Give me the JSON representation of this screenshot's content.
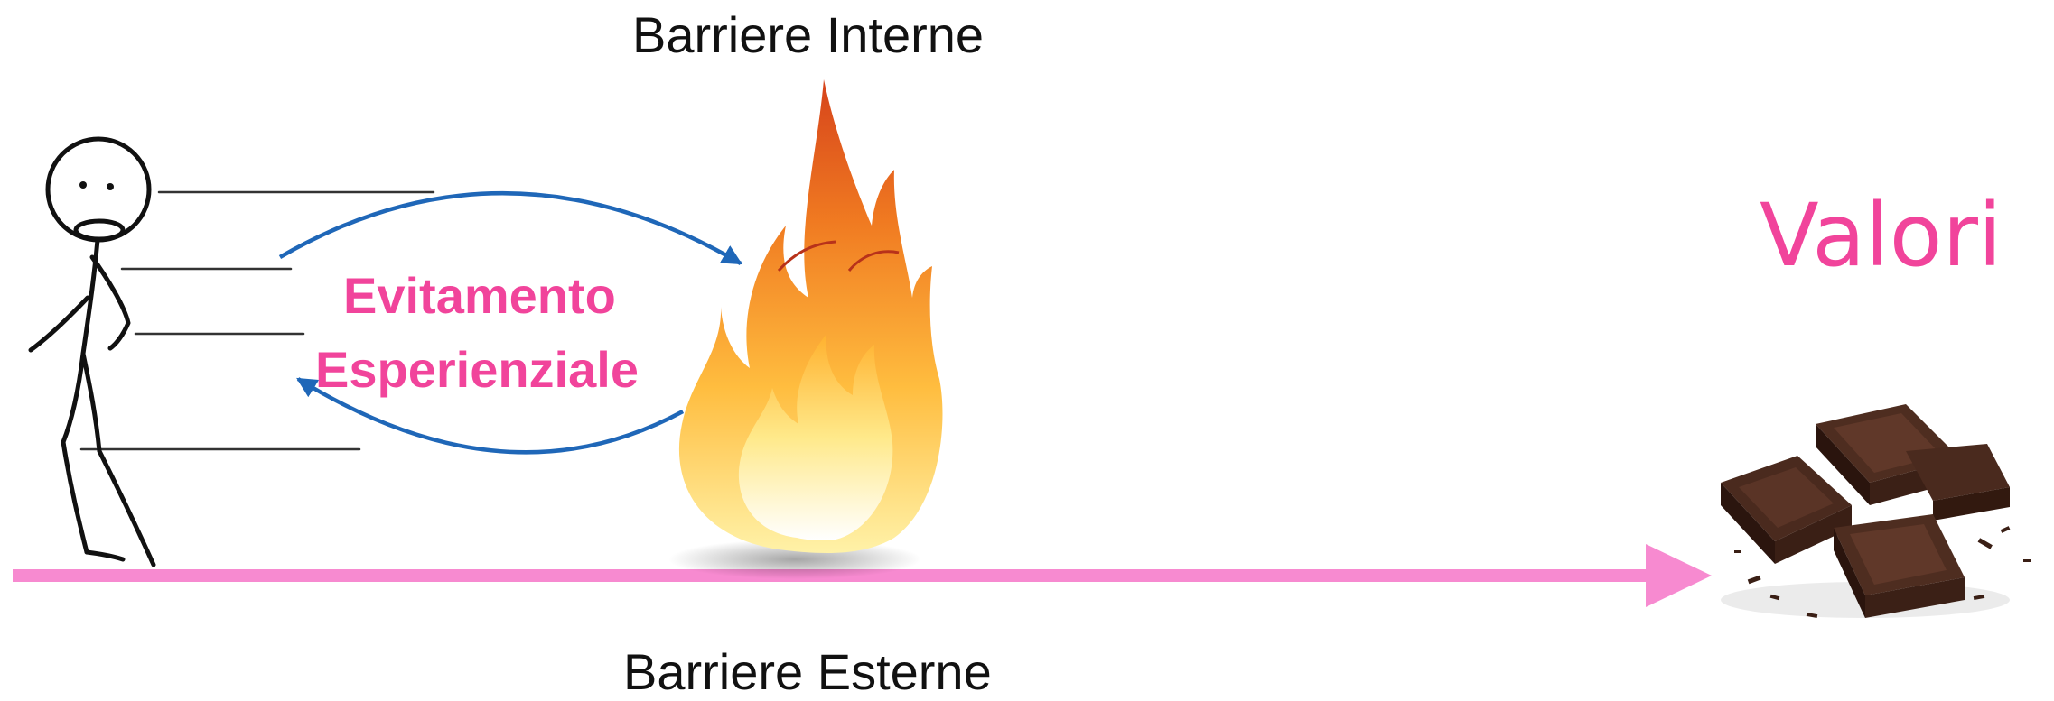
{
  "labels": {
    "internal_barriers": "Barriere Interne",
    "external_barriers": "Barriere Esterne",
    "avoidance_line1": "Evitamento",
    "avoidance_line2": "Esperienziale",
    "values": "Valori"
  },
  "colors": {
    "accent_pink": "#f1449b",
    "axis_pink": "#f78ad0",
    "arrow_blue": "#1f67b8",
    "text_black": "#111111"
  },
  "icons": {
    "person": "stick-figure-icon",
    "fire": "flame-icon",
    "goal": "chocolate-icon"
  }
}
